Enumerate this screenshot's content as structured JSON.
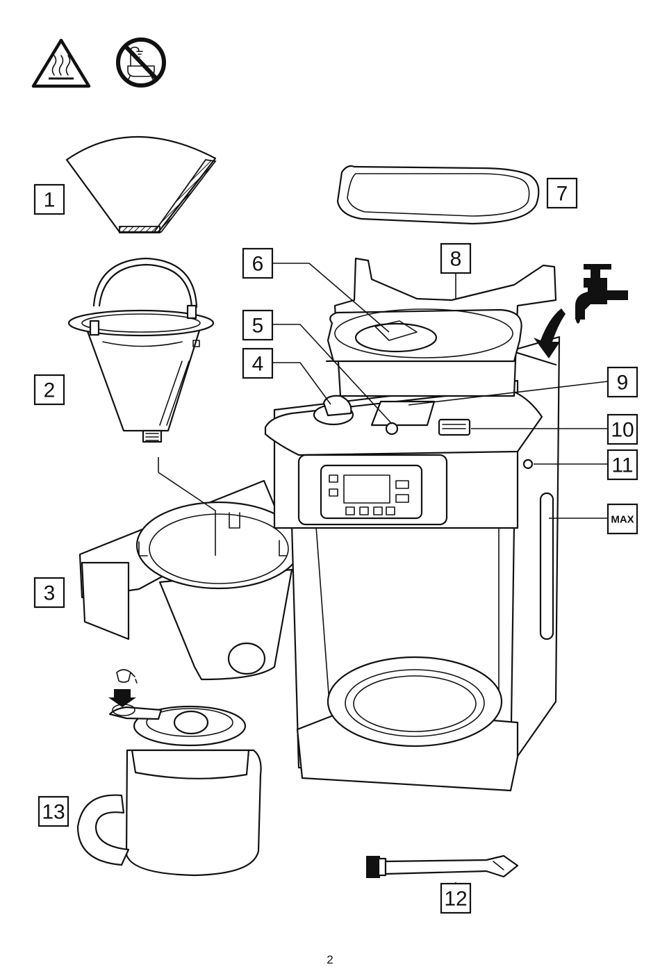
{
  "icons": {
    "hot_surface": "hot-surface-warning-icon",
    "no_immersion": "do-not-immerse-icon"
  },
  "labels": {
    "l1": "1",
    "l2": "2",
    "l3": "3",
    "l4": "4",
    "l5": "5",
    "l6": "6",
    "l7": "7",
    "l8": "8",
    "l9": "9",
    "l10": "10",
    "l11": "11",
    "l12": "12",
    "l13": "13",
    "max": "MAX"
  },
  "page_number": "2"
}
